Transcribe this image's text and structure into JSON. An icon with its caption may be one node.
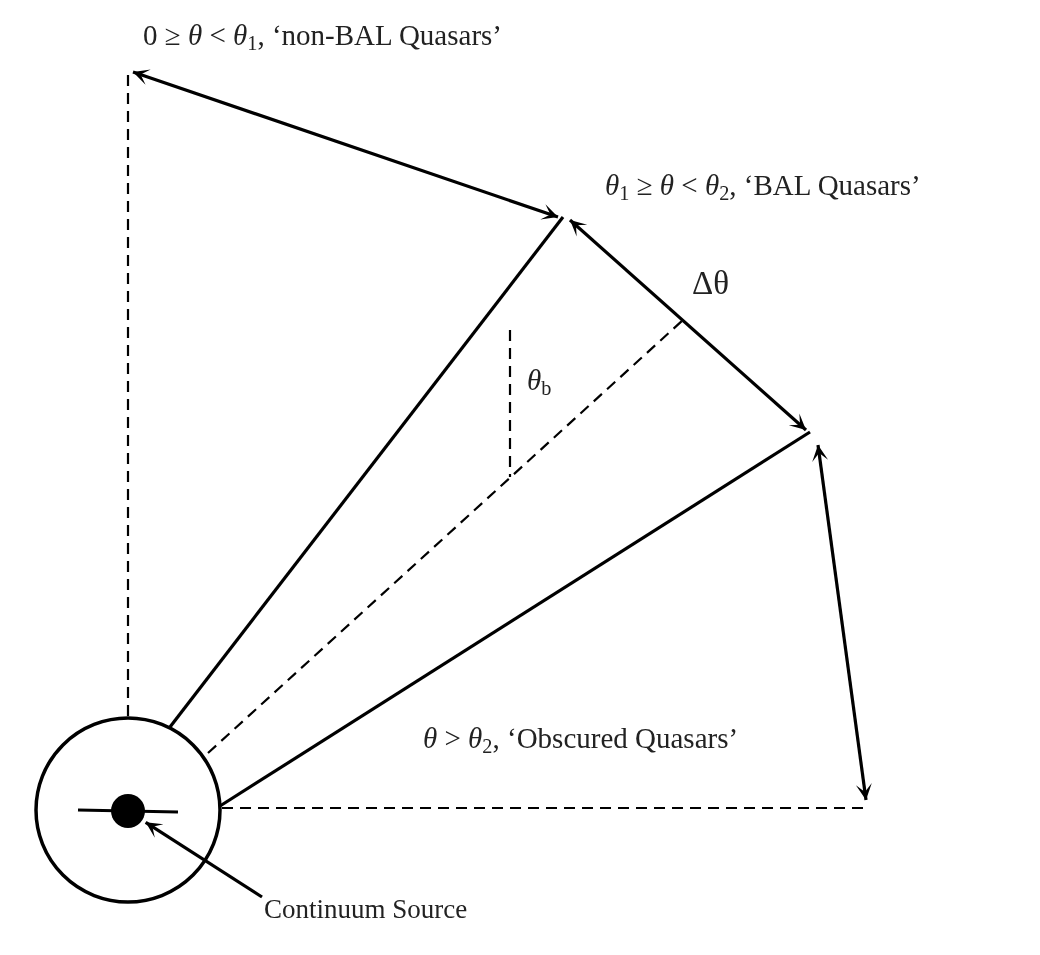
{
  "diagram": {
    "nodes": [
      {
        "text": [
          "Continuum Source"
        ]
      },
      {
        "text": [],
        "shape": "circle"
      }
    ],
    "edges": [
      {
        "from": 0,
        "to": 1,
        "arrow": "to"
      }
    ],
    "labels": [
      "0 ≥ *θ* < *θ*$_{1}$, ‘non-BAL Quasars’",
      "*θ*$_{1}$ ≥ *θ* < *θ*$_{2}$, ‘BAL Quasars’",
      "Δθ",
      "*θ*$_{b}$",
      "*θ* > *θ*$_{2}$, ‘Obscured Quasars’"
    ]
  }
}
